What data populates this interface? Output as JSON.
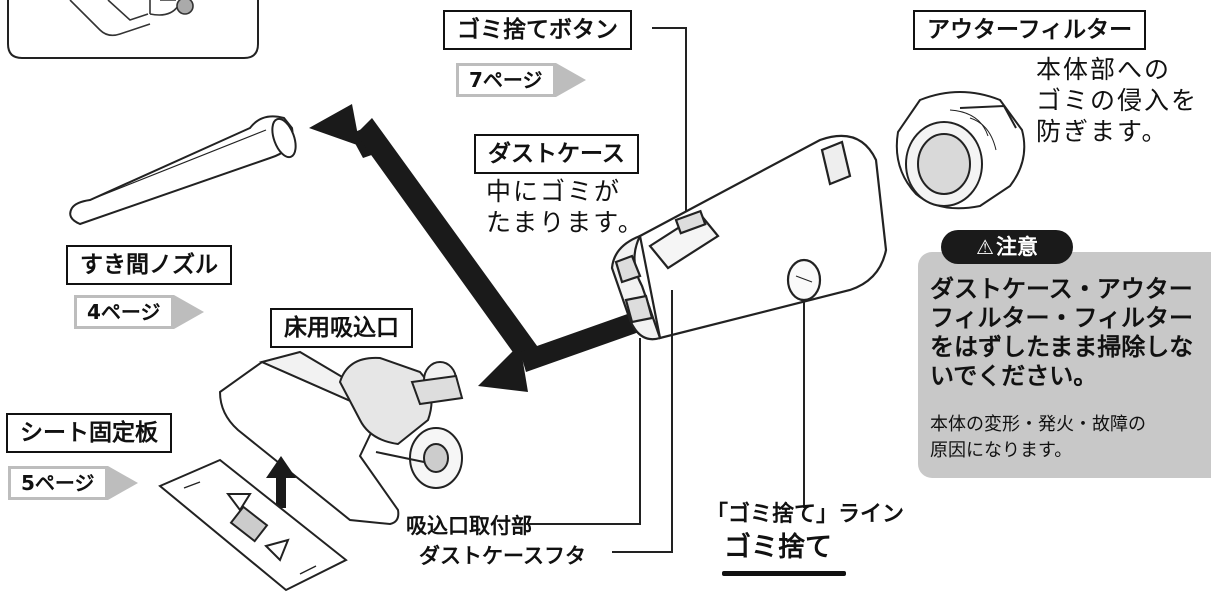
{
  "labels": {
    "dust_button": "ゴミ捨てボタン",
    "outer_filter": "アウターフィルター",
    "dust_case": "ダストケース",
    "crevice_nozzle": "すき間ノズル",
    "floor_nozzle": "床用吸込口",
    "sheet_plate": "シート固定板"
  },
  "page_refs": {
    "dust_button": "7ページ",
    "crevice_nozzle": "4ページ",
    "sheet_plate": "5ページ"
  },
  "descriptions": {
    "outer_filter": "本体部への\nゴミの侵入を\n防ぎます。",
    "dust_case": "中にゴミが\nたまります。"
  },
  "leaders": {
    "intake_mount": "吸込口取付部",
    "dust_case_lid": "ダストケースフタ",
    "dust_line": "「ゴミ捨て」ライン",
    "dust_line_text": "ゴミ捨て"
  },
  "caution": {
    "badge": "注意",
    "body": "ダストケース・アウター\nフィルター・フィルター\nをはずしたまま掃除しな\nいでください。",
    "note": "本体の変形・発火・故障の\n原因になります。"
  },
  "icons": [
    "warning-icon",
    "arrow-icon",
    "page-arrow-icon"
  ]
}
